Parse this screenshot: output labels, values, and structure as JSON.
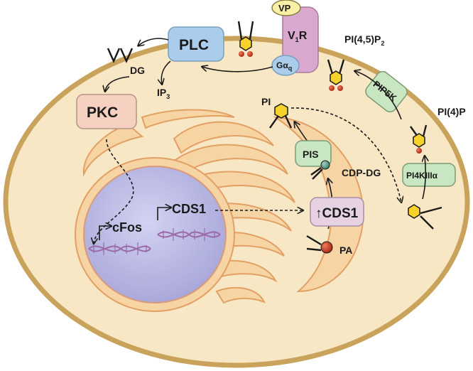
{
  "labels": {
    "vp": "VP",
    "v1r_main": "V",
    "v1r_sub": "1",
    "v1r_tail": "R",
    "pip2_main": "PI(4,5)P",
    "pip2_sub": "2",
    "plc": "PLC",
    "gaq_main": "Gα",
    "gaq_sub": "q",
    "dg": "DG",
    "ip3_main": "IP",
    "ip3_sub": "3",
    "pkc": "PKC",
    "pi": "PI",
    "pip5k": "PIP5K",
    "pi4p": "PI(4)P",
    "pis": "PIS",
    "cdpdg": "CDP-DG",
    "pi4k": "PI4KIIIα",
    "cds1_gene": "CDS1",
    "cds1_protein": "CDS1",
    "cds1_arrow": "↑",
    "cfos": "cFos",
    "pa": "PA"
  },
  "colors": {
    "cell_fill": "#f8e7c4",
    "membrane": "#c9a35c",
    "organelle_fill": "#f6d4a4",
    "organelle_stroke": "#e2a064",
    "nucleus_fill": "#b3b2e0",
    "nucleus_stroke": "#d99a7a",
    "plc_fill": "#a9cdea",
    "pkc_fill": "#f6d1c1",
    "v1r_fill": "#d9a8cf",
    "vp_fill": "#f8f0a6",
    "gaq_fill": "#a9cdea",
    "enzyme_green": "#c9e6c2",
    "cds1_fill": "#e6d2e2",
    "headgroup_yellow": "#f6d22a",
    "phosphate_red": "#c8351f",
    "cdp_teal": "#5e9e8e",
    "dna": "#9b6aa8"
  }
}
